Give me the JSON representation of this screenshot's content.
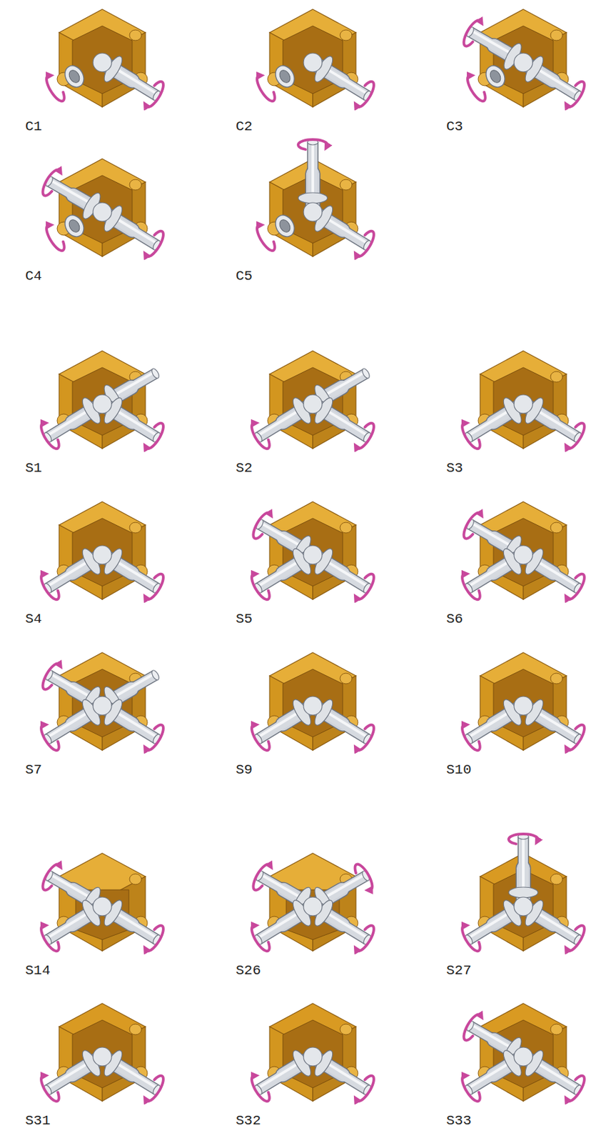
{
  "diagram": {
    "labels": [
      "C1",
      "C2",
      "C3",
      "C4",
      "C5",
      "S1",
      "S2",
      "S3",
      "S4",
      "S5",
      "S6",
      "S7",
      "S9",
      "S10",
      "S14",
      "S26",
      "S27",
      "S31",
      "S32",
      "S33"
    ]
  }
}
